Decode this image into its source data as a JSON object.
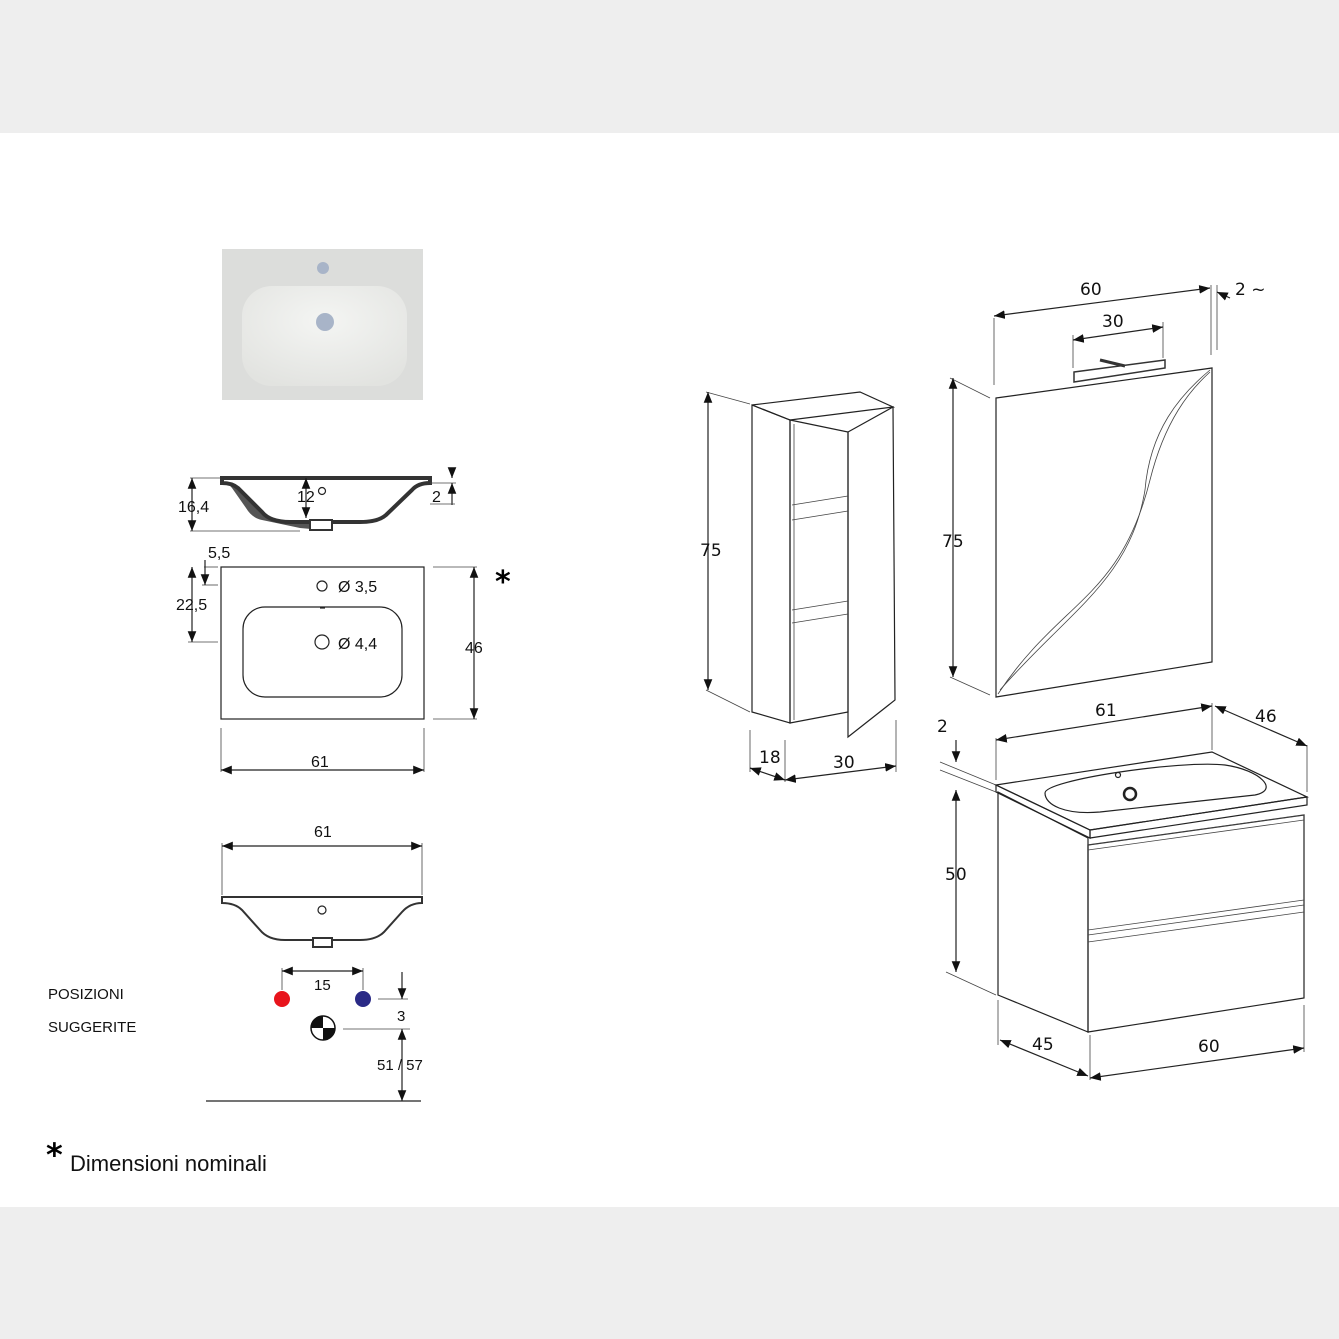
{
  "basin_section": {
    "height": "16,4",
    "depth": "12",
    "rim": "2"
  },
  "basin_plan": {
    "top_offset": "5,5",
    "drain_offset": "22,5",
    "tap_hole": "Ø 3,5",
    "drain_hole": "Ø 4,4",
    "depth": "46",
    "width": "61",
    "asterisk": "*"
  },
  "basin_front": {
    "width": "61"
  },
  "positions": {
    "label_line1": "POSIZIONI",
    "label_line2": "SUGGERITE",
    "spacing": "15",
    "offset": "3",
    "height": "51 / 57",
    "hot_color": "#e8141c",
    "cold_color": "#2a2a86"
  },
  "footnote": {
    "asterisk": "*",
    "text": "Dimensioni nominali"
  },
  "tall_cabinet": {
    "height": "75",
    "depth": "18",
    "width": "30"
  },
  "mirror": {
    "width": "60",
    "light_width": "30",
    "offset": "2 ~",
    "height": "75"
  },
  "vanity": {
    "top_thickness": "2",
    "top_width": "61",
    "top_depth": "46",
    "height": "50",
    "depth": "45",
    "width": "60"
  }
}
